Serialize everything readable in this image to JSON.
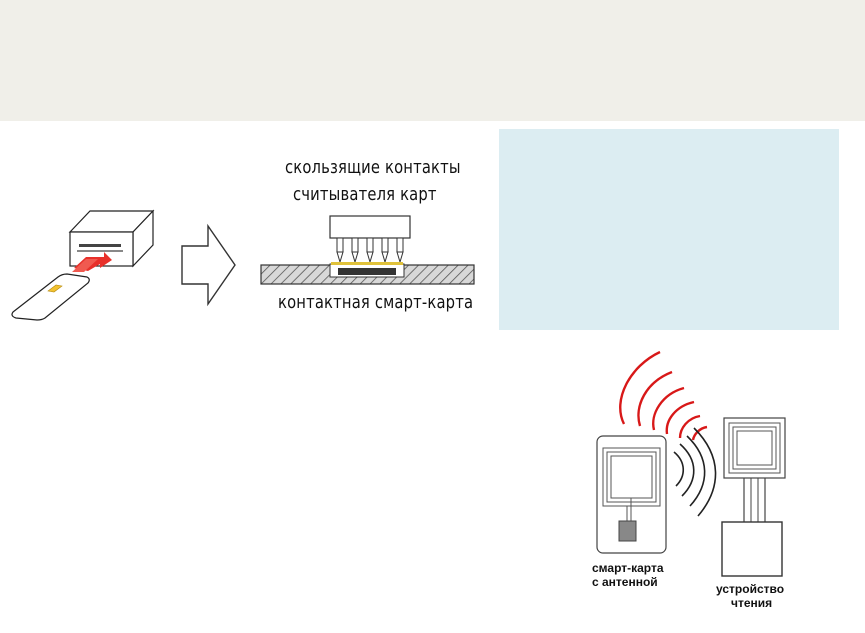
{
  "labels": {
    "sliding_contacts_line1": "скользящие контакты",
    "sliding_contacts_line2": "считывателя карт",
    "contact_smart_card": "контактная смарт-карта",
    "antenna_card_line1": "смарт-карта",
    "antenna_card_line2": "с антенной",
    "reader_line1": "устройство",
    "reader_line2": "чтения"
  },
  "colors": {
    "header_band": "#f0efe9",
    "info_panel": "#dcedf2",
    "insert_arrow": "#e8302a",
    "radio_waves": "#d81818",
    "card_chip": "#f2c230"
  }
}
